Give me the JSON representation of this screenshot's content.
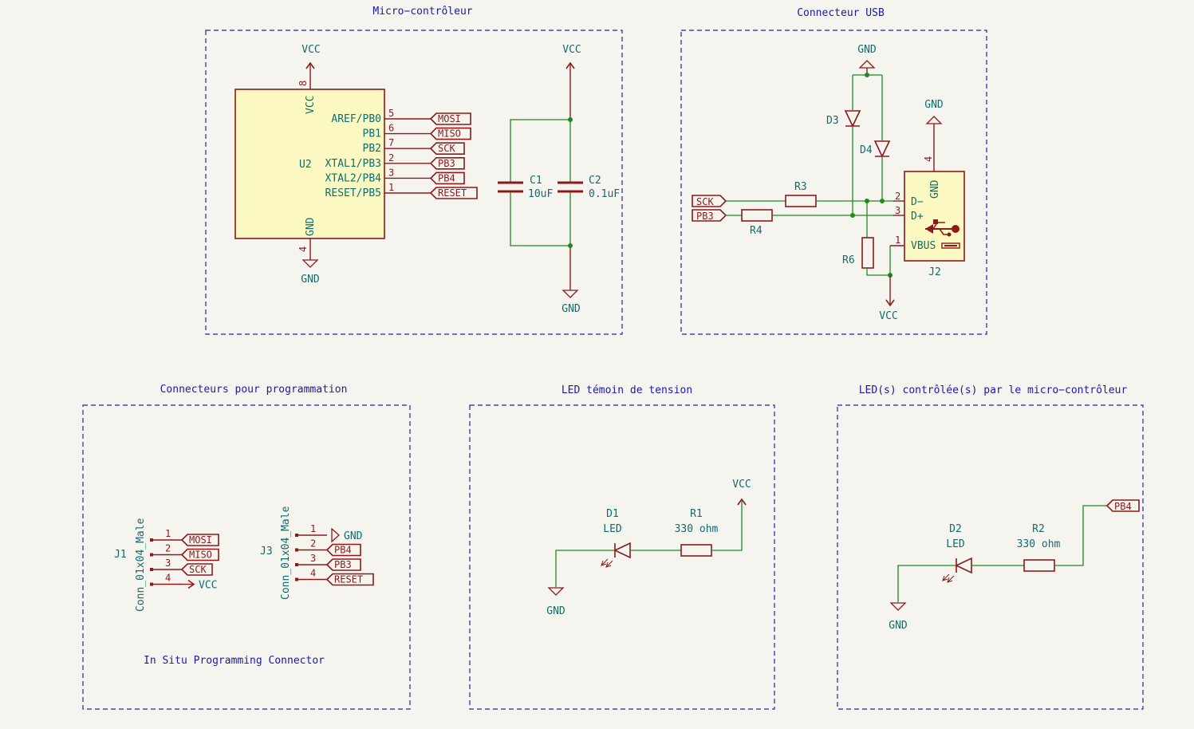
{
  "sections": {
    "micro": "Micro−contrôleur",
    "usb": "Connecteur USB",
    "prog": "Connecteurs pour programmation",
    "led_power": "LED témoin de tension",
    "led_mcu": "LED(s) contrôlée(s) par le micro−contrôleur"
  },
  "power": {
    "vcc": "VCC",
    "gnd": "GND"
  },
  "u2": {
    "ref": "U2",
    "vcc_pin": "VCC",
    "vcc_num": "8",
    "gnd_pin": "GND",
    "gnd_num": "4",
    "pins": [
      {
        "name": "AREF/PB0",
        "num": "5",
        "net": "MOSI"
      },
      {
        "name": "PB1",
        "num": "6",
        "net": "MISO"
      },
      {
        "name": "PB2",
        "num": "7",
        "net": "SCK"
      },
      {
        "name": "XTAL1/PB3",
        "num": "2",
        "net": "PB3"
      },
      {
        "name": "XTAL2/PB4",
        "num": "3",
        "net": "PB4"
      },
      {
        "name": "RESET/PB5",
        "num": "1",
        "net": "RESET"
      }
    ]
  },
  "caps": {
    "c1_ref": "C1",
    "c1_val": "10uF",
    "c2_ref": "C2",
    "c2_val": "0.1uF"
  },
  "usb": {
    "d3": "D3",
    "d4": "D4",
    "r3": "R3",
    "r4": "R4",
    "r6": "R6",
    "j2": "J2",
    "sck": "SCK",
    "pb3": "PB3",
    "pin_dm": "D−",
    "pin_dp": "D+",
    "pin_vbus": "VBUS",
    "pin_gnd": "GND",
    "num_dm": "2",
    "num_dp": "3",
    "num_vbus": "1",
    "num_gnd": "4"
  },
  "prog": {
    "j1": "J1",
    "j3": "J3",
    "j1_val": "Conn_01x04_Male",
    "j3_val": "Conn_01x04_Male",
    "j1_pins": [
      {
        "num": "1",
        "net": "MOSI"
      },
      {
        "num": "2",
        "net": "MISO"
      },
      {
        "num": "3",
        "net": "SCK"
      },
      {
        "num": "4",
        "net": "VCC"
      }
    ],
    "j3_pins": [
      {
        "num": "1",
        "net": "GND"
      },
      {
        "num": "2",
        "net": "PB4"
      },
      {
        "num": "3",
        "net": "PB3"
      },
      {
        "num": "4",
        "net": "RESET"
      }
    ],
    "note": "In Situ Programming Connector"
  },
  "led1": {
    "d_ref": "D1",
    "d_val": "LED",
    "r_ref": "R1",
    "r_val": "330 ohm"
  },
  "led2": {
    "d_ref": "D2",
    "d_val": "LED",
    "r_ref": "R2",
    "r_val": "330 ohm",
    "net": "PB4"
  }
}
